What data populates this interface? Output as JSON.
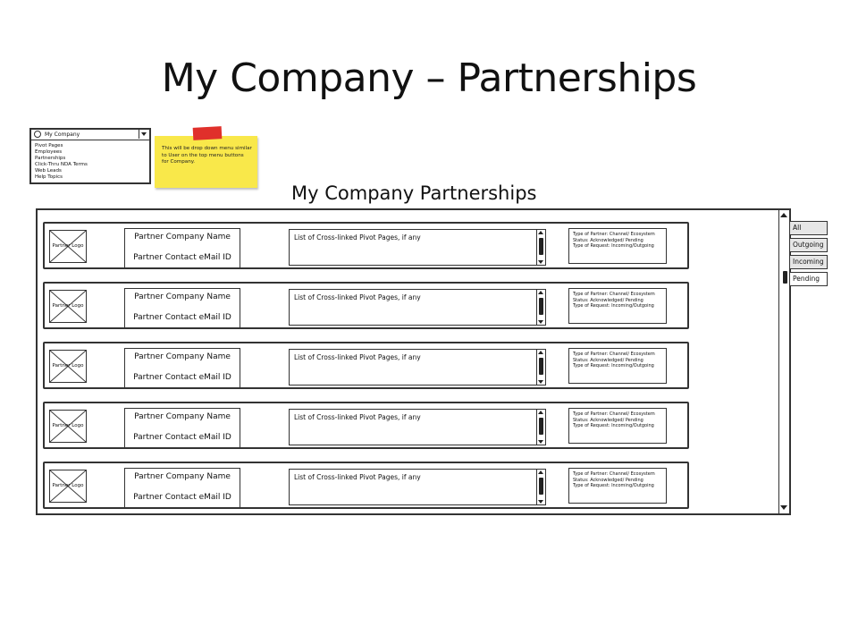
{
  "slide": {
    "title": "My Company – Partnerships"
  },
  "dropdown": {
    "selected": "My Company",
    "items": [
      "Pivot Pages",
      "Employees",
      "Partnerships",
      "Click-Thru NDA Terms",
      "Web Leads",
      "Help Topics"
    ]
  },
  "sticky_note": {
    "text": "This will be drop down menu similar to User on the top menu buttons for Company."
  },
  "section": {
    "title": "My Company Partnerships"
  },
  "rows": [
    {
      "logo_label": "Partner Logo",
      "name": "Partner Company Name",
      "email": "Partner Contact eMail ID",
      "pivot": "List of Cross-linked Pivot Pages, if any",
      "type_line1": "Type of Partner: Channel/ Ecosystem",
      "type_line2": "Status: Acknowledged/ Pending",
      "type_line3": "Type of Request: Incoming/Outgoing"
    },
    {
      "logo_label": "Partner Logo",
      "name": "Partner Company Name",
      "email": "Partner Contact eMail ID",
      "pivot": "List of Cross-linked Pivot Pages, if any",
      "type_line1": "Type of Partner: Channel/ Ecosystem",
      "type_line2": "Status: Acknowledged/ Pending",
      "type_line3": "Type of Request: Incoming/Outgoing"
    },
    {
      "logo_label": "Partner Logo",
      "name": "Partner Company Name",
      "email": "Partner Contact eMail ID",
      "pivot": "List of Cross-linked Pivot Pages, if any",
      "type_line1": "Type of Partner: Channel/ Ecosystem",
      "type_line2": "Status: Acknowledged/ Pending",
      "type_line3": "Type of Request: Incoming/Outgoing"
    },
    {
      "logo_label": "Partner Logo",
      "name": "Partner Company Name",
      "email": "Partner Contact eMail ID",
      "pivot": "List of Cross-linked Pivot Pages, if any",
      "type_line1": "Type of Partner: Channel/ Ecosystem",
      "type_line2": "Status: Acknowledged/ Pending",
      "type_line3": "Type of Request: Incoming/Outgoing"
    },
    {
      "logo_label": "Partner Logo",
      "name": "Partner Company Name",
      "email": "Partner Contact eMail ID",
      "pivot": "List of Cross-linked Pivot Pages, if any",
      "type_line1": "Type of Partner: Channel/ Ecosystem",
      "type_line2": "Status: Acknowledged/ Pending",
      "type_line3": "Type of Request: Incoming/Outgoing"
    }
  ],
  "tabs": [
    "All",
    "Outgoing",
    "Incoming",
    "Pending"
  ],
  "icons": {
    "logo_placeholder": "image-placeholder-icon",
    "dropdown_toggle": "chevron-down-icon"
  },
  "colors": {
    "sticky": "#f9e84a",
    "tape": "#e0302b"
  }
}
